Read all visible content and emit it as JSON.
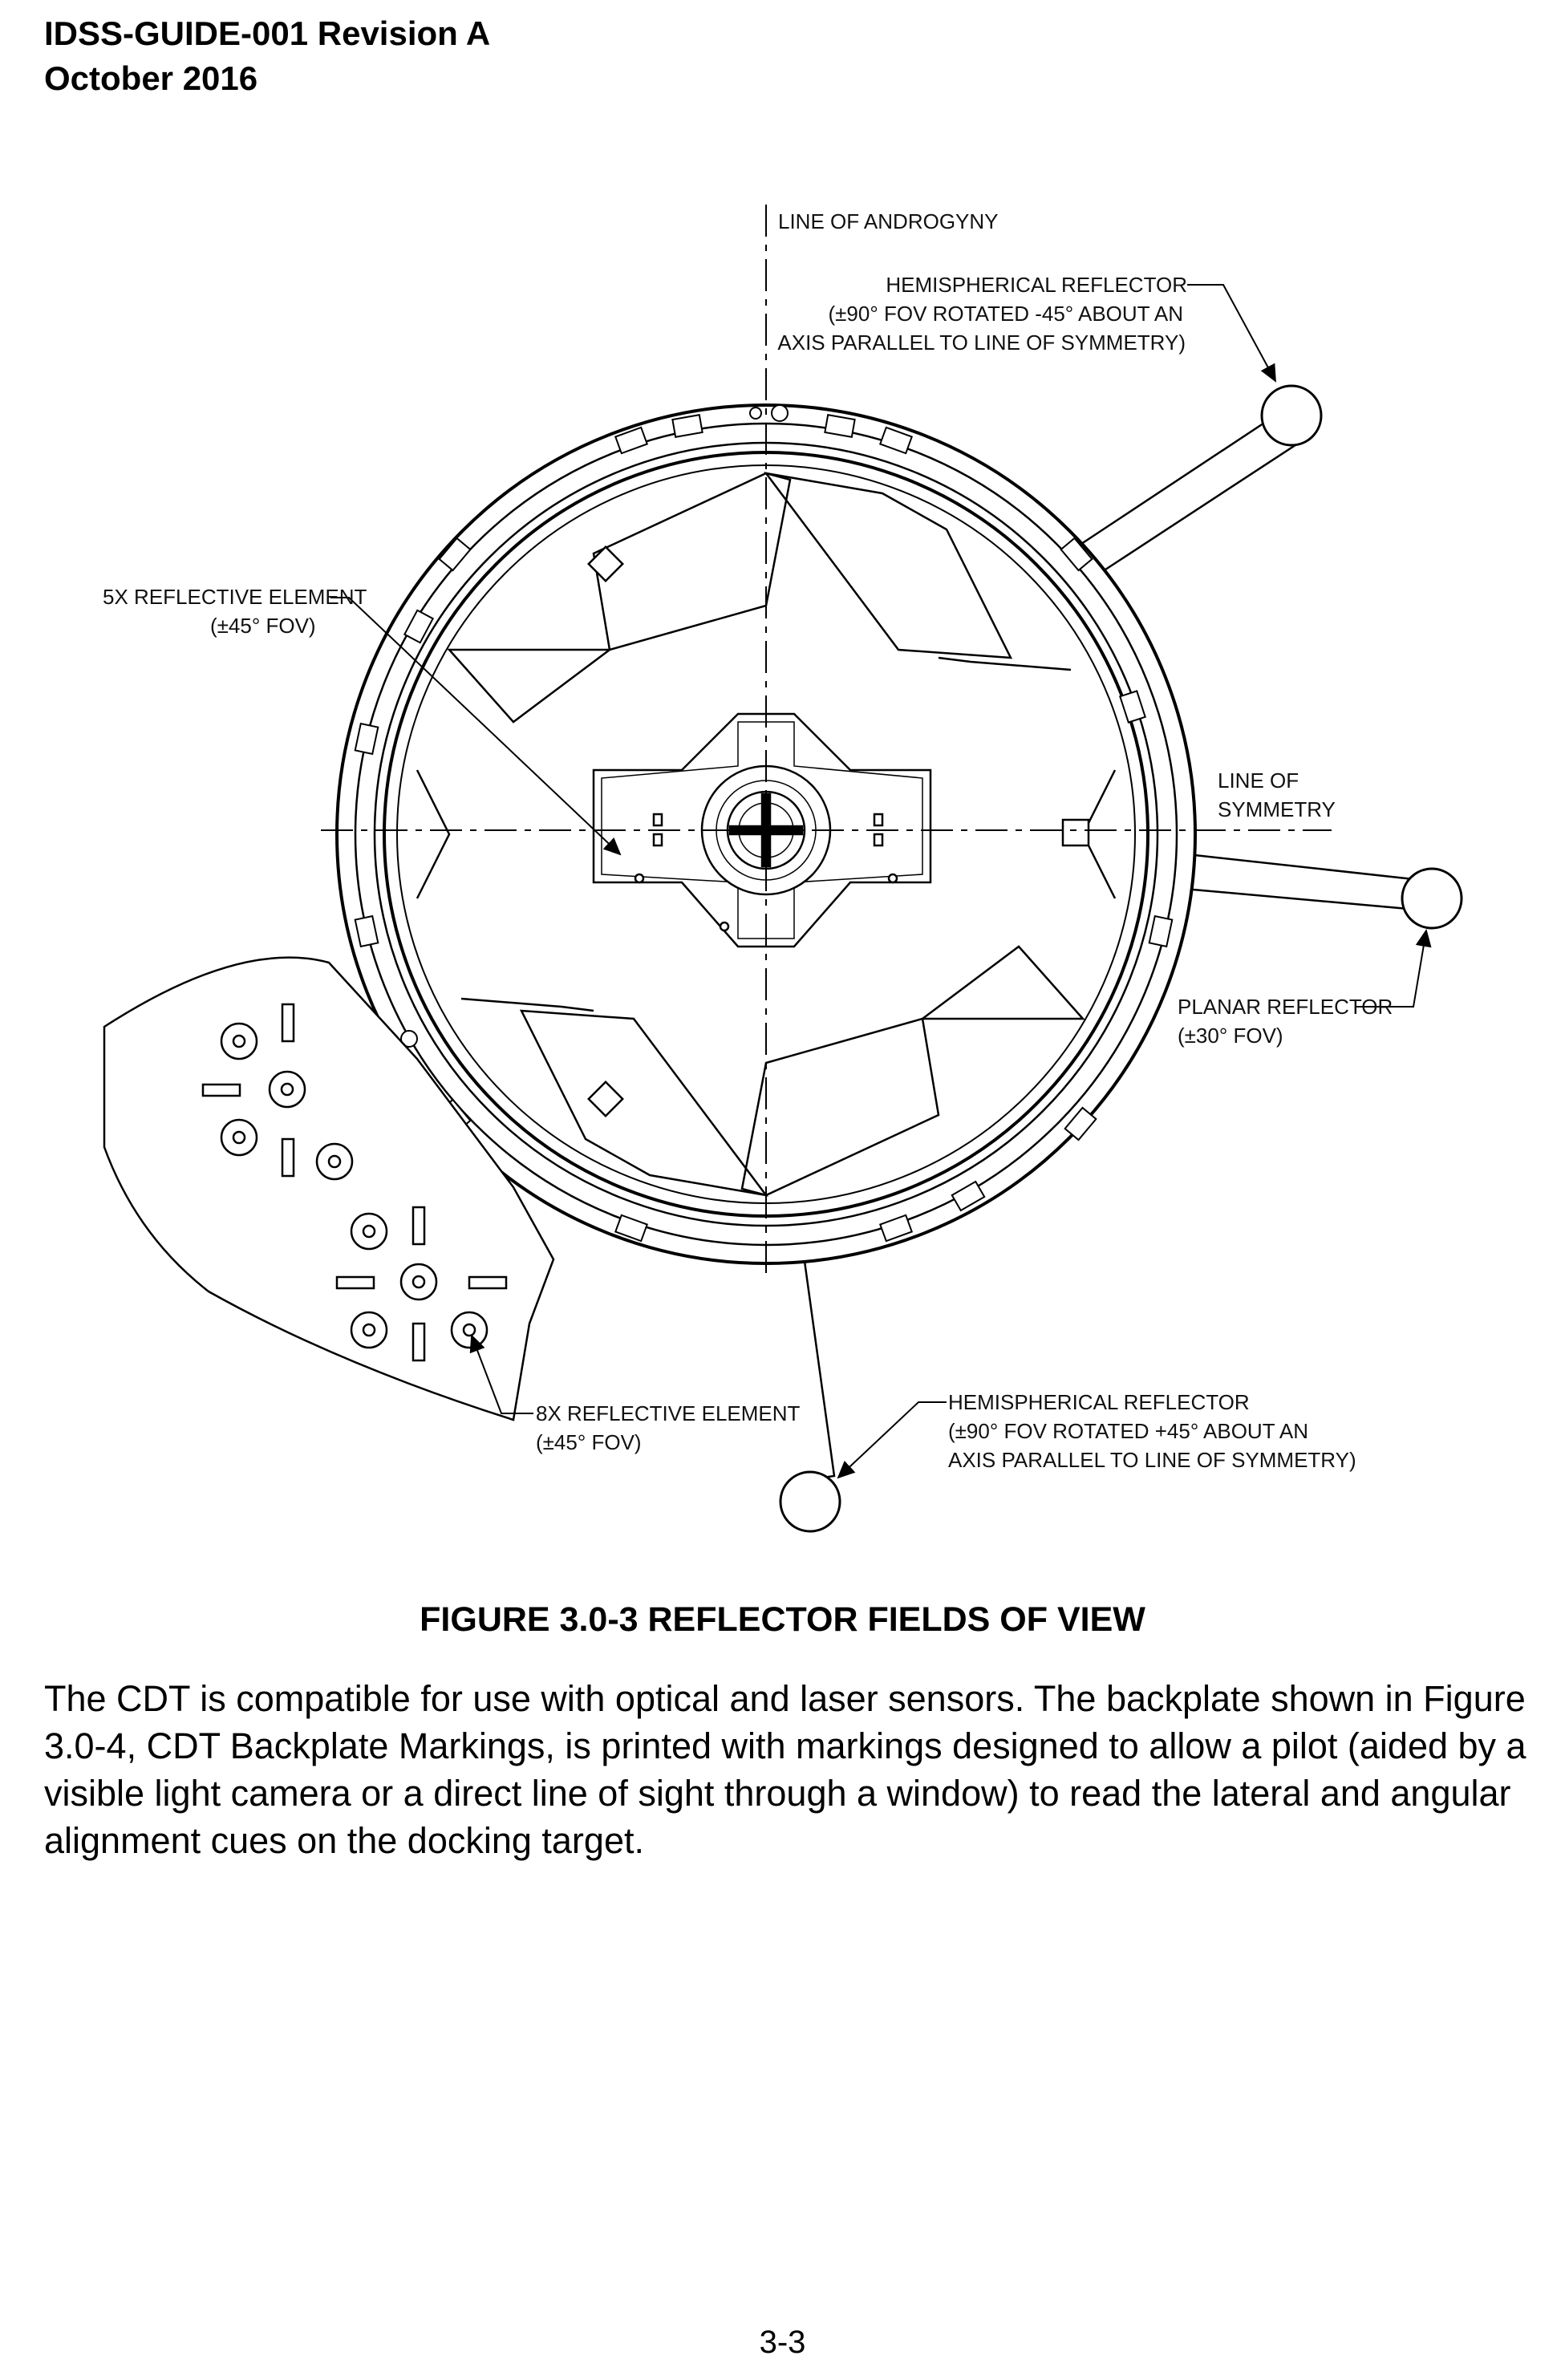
{
  "header": {
    "doc_id": "IDSS-GUIDE-001 Revision A",
    "date": "October 2016"
  },
  "figure": {
    "labels": {
      "line_of_androgyny": "LINE OF ANDROGYNY",
      "hemi_top_1": "HEMISPHERICAL REFLECTOR",
      "hemi_top_2": "(±90° FOV ROTATED -45° ABOUT AN",
      "hemi_top_3": "AXIS PARALLEL TO LINE OF SYMMETRY)",
      "five_x_1": "5X REFLECTIVE ELEMENT",
      "five_x_2": "(±45° FOV)",
      "line_of_symmetry_1": "LINE OF",
      "line_of_symmetry_2": "SYMMETRY",
      "planar_1": "PLANAR REFLECTOR",
      "planar_2": "(±30° FOV)",
      "eight_x_1": "8X REFLECTIVE ELEMENT",
      "eight_x_2": "(±45° FOV)",
      "hemi_bottom_1": "HEMISPHERICAL REFLECTOR",
      "hemi_bottom_2": "(±90° FOV ROTATED +45° ABOUT AN",
      "hemi_bottom_3": "AXIS PARALLEL TO LINE OF SYMMETRY)"
    }
  },
  "caption": "FIGURE 3.0-3  REFLECTOR FIELDS OF VIEW",
  "body_text": "The CDT is compatible for use with optical and laser sensors. The backplate shown in Figure 3.0-4, CDT Backplate Markings, is printed with markings designed to allow a pilot (aided by a visible light camera or a direct line of sight through a window) to read the lateral and angular alignment cues on the docking target.",
  "page_number": "3-3"
}
